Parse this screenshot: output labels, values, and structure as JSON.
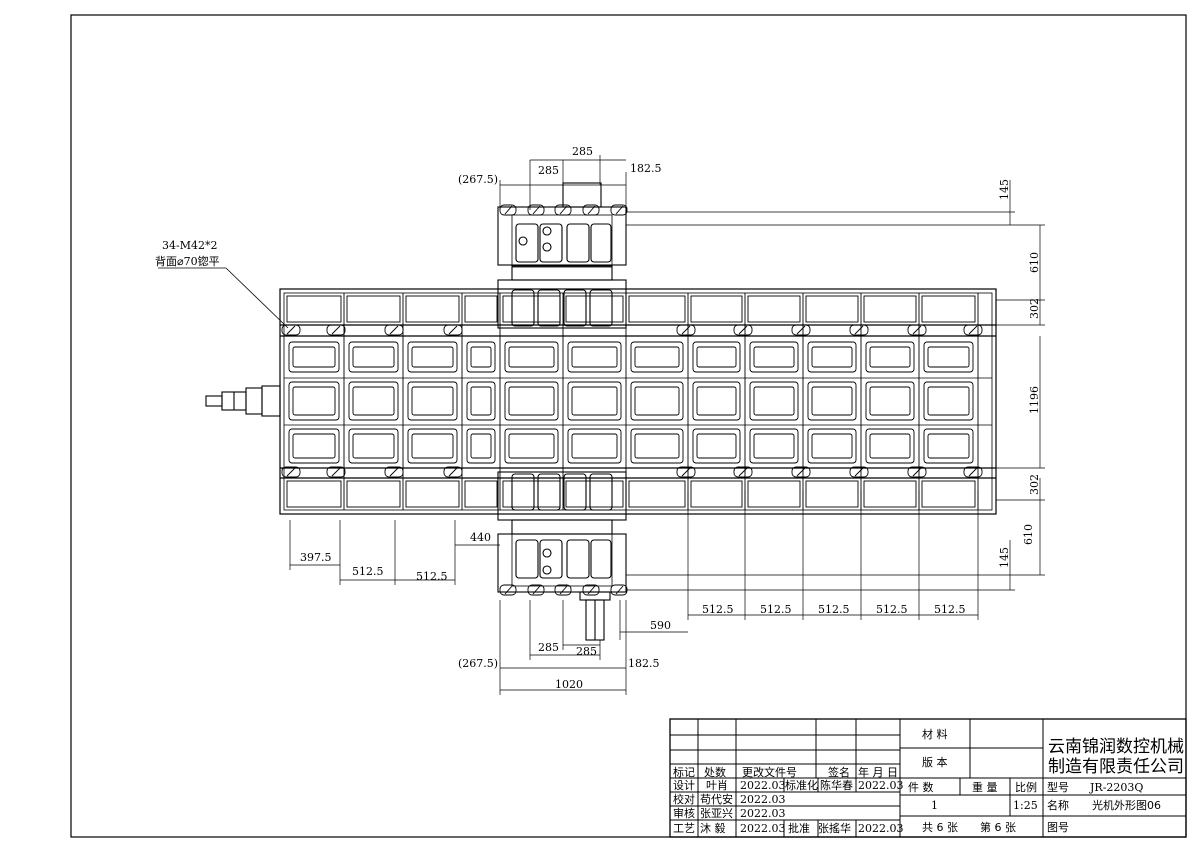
{
  "dimensions": {
    "top_267": "(267.5)",
    "top_285a": "285",
    "top_285b": "285",
    "top_182": "182.5",
    "right_145_top": "145",
    "right_610_top": "610",
    "right_302_top": "302",
    "right_1196": "1196",
    "right_302_bot": "302",
    "right_610_bot": "610",
    "right_145_bot": "145",
    "left_397": "397.5",
    "left_512a": "512.5",
    "left_512b": "512.5",
    "left_440": "440",
    "bot_512": [
      "512.5",
      "512.5",
      "512.5",
      "512.5",
      "512.5"
    ],
    "bot_590": "590",
    "bot_267": "(267.5)",
    "bot_285a": "285",
    "bot_285b": "285",
    "bot_182": "182.5",
    "bot_1020": "1020"
  },
  "callout": {
    "line1": "34-M42*2",
    "line2": "背面⌀70锪平"
  },
  "title_block": {
    "company_line1": "云南锦润数控机械",
    "company_line2": "制造有限责任公司",
    "material_label": "材 料",
    "version_label": "版 本",
    "qty_label": "件 数",
    "weight_label": "重 量",
    "scale_label": "比例",
    "model_label": "型号",
    "model_value": "JR-2203Q",
    "qty_value": "1",
    "scale_value": "1:25",
    "name_label": "名称",
    "name_value": "光机外形图06",
    "sheets_text": "共 6 张",
    "sheet_text": "第 6 张",
    "drawing_no_label": "图号",
    "hdr_mark": "标记",
    "hdr_count": "处数",
    "hdr_file": "更改文件号",
    "hdr_sign": "签名",
    "hdr_date": "年 月 日",
    "row_design_label": "设计",
    "row_design_name": "叶肖",
    "row_design_date": "2022.03",
    "row_std_label": "标准化",
    "row_std_name": "陈华春",
    "row_std_date": "2022.03",
    "row_check_label": "校对",
    "row_check_name": "苟代安",
    "row_check_date": "2022.03",
    "row_review_label": "审核",
    "row_review_name": "张亚兴",
    "row_review_date": "2022.03",
    "row_process_label": "工艺",
    "row_process_name": "沐 毅",
    "row_process_date": "2022.03",
    "row_approve_label": "批准",
    "row_approve_name": "张搖华",
    "row_approve_date": "2022.03"
  }
}
